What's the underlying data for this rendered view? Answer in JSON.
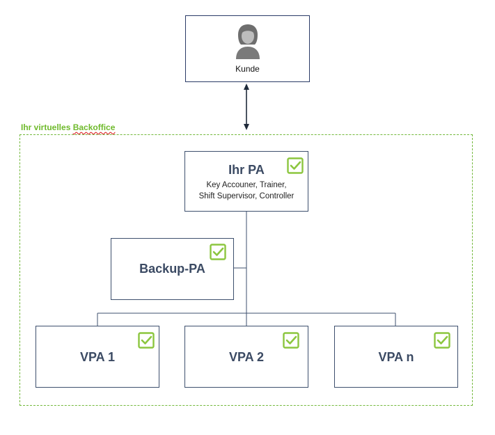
{
  "customer": {
    "label": "Kunde"
  },
  "group": {
    "label_prefix": "Ihr virtuelles ",
    "label_underlined": "Backoffice"
  },
  "pa": {
    "title": "Ihr PA",
    "roles_line1": "Key Accouner, Trainer,",
    "roles_line2": "Shift Supervisor, Controller"
  },
  "backup": {
    "title": "Backup-PA"
  },
  "vpas": [
    {
      "title": "VPA 1"
    },
    {
      "title": "VPA 2"
    },
    {
      "title": "VPA n"
    }
  ],
  "colors": {
    "box_border": "#3d4f6d",
    "title_text": "#3b4a63",
    "check_green": "#8cc63f",
    "group_green": "#6fba2c",
    "icon_gray": "#7a7a7a"
  },
  "icons": {
    "customer": "person-icon",
    "status": "checkbox-checked-icon"
  }
}
